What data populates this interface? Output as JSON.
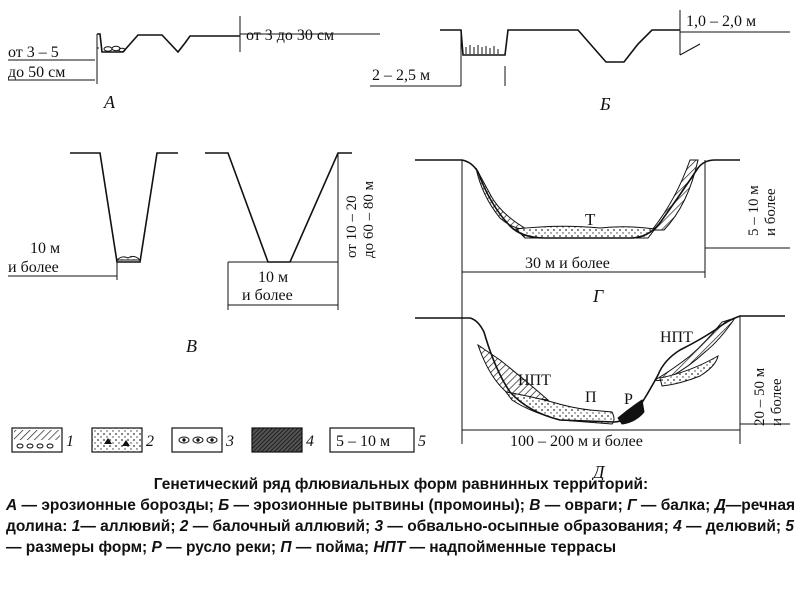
{
  "panels": {
    "A": {
      "letter": "А",
      "dim_left_top": "от 3 – 5",
      "dim_left_bottom": "до 50 см",
      "dim_right": "от 3 до 30 см"
    },
    "B": {
      "letter": "Б",
      "dim_left": "2 – 2,5 м",
      "dim_right": "1,0 – 2,0 м"
    },
    "V": {
      "letter": "В",
      "dim_width_left_1": "10 м",
      "dim_width_left_2": "и более",
      "dim_width_bottom_1": "10 м",
      "dim_width_bottom_2": "и более",
      "dim_depth_1": "от 10 – 20",
      "dim_depth_2": "до 60 – 80 м"
    },
    "G": {
      "letter": "Г",
      "bottom_label": "Т",
      "dim_width": "30 м и более",
      "dim_depth_1": "5 – 10 м",
      "dim_depth_2": "и более"
    },
    "D": {
      "letter": "Д",
      "terrace_left": "НПТ",
      "terrace_right": "НПТ",
      "floodplain": "П",
      "channel": "Р",
      "dim_width": "100 – 200 м и более",
      "dim_depth_1": "20 – 50 м",
      "dim_depth_2": "и более"
    }
  },
  "legend": {
    "items": [
      {
        "num": "1"
      },
      {
        "num": "2"
      },
      {
        "num": "3"
      },
      {
        "num": "4"
      },
      {
        "num": "5",
        "text": "5 – 10 м"
      }
    ]
  },
  "caption": {
    "title": "Генетический ряд флювиальных форм равнинных территорий:",
    "parts": [
      {
        "text": "А",
        "style": "italic"
      },
      {
        "text": " — эрозионные борозды; ",
        "style": "normal"
      },
      {
        "text": "Б",
        "style": "italic"
      },
      {
        "text": " — эрозионные рытвины (промоины); ",
        "style": "normal"
      },
      {
        "text": "В",
        "style": "italic"
      },
      {
        "text": " — овраги; ",
        "style": "normal"
      },
      {
        "text": "Г",
        "style": "italic"
      },
      {
        "text": " — балка; ",
        "style": "normal"
      },
      {
        "text": "Д",
        "style": "italic"
      },
      {
        "text": "—речная долина: ",
        "style": "normal"
      },
      {
        "text": "1",
        "style": "italic"
      },
      {
        "text": "— аллювий; ",
        "style": "normal"
      },
      {
        "text": "2",
        "style": "italic"
      },
      {
        "text": " — балочный аллювий; ",
        "style": "normal"
      },
      {
        "text": "3",
        "style": "italic"
      },
      {
        "text": " — обвально-осыпные образования; ",
        "style": "normal"
      },
      {
        "text": "4",
        "style": "italic"
      },
      {
        "text": " — делювий; ",
        "style": "normal"
      },
      {
        "text": "5",
        "style": "italic"
      },
      {
        "text": " — размеры форм; ",
        "style": "normal"
      },
      {
        "text": "Р",
        "style": "italic"
      },
      {
        "text": " — русло реки; ",
        "style": "normal"
      },
      {
        "text": "П",
        "style": "italic"
      },
      {
        "text": " — пойма; ",
        "style": "normal"
      },
      {
        "text": "НПТ",
        "style": "italic"
      },
      {
        "text": " — надпойменные террасы",
        "style": "normal"
      }
    ]
  }
}
